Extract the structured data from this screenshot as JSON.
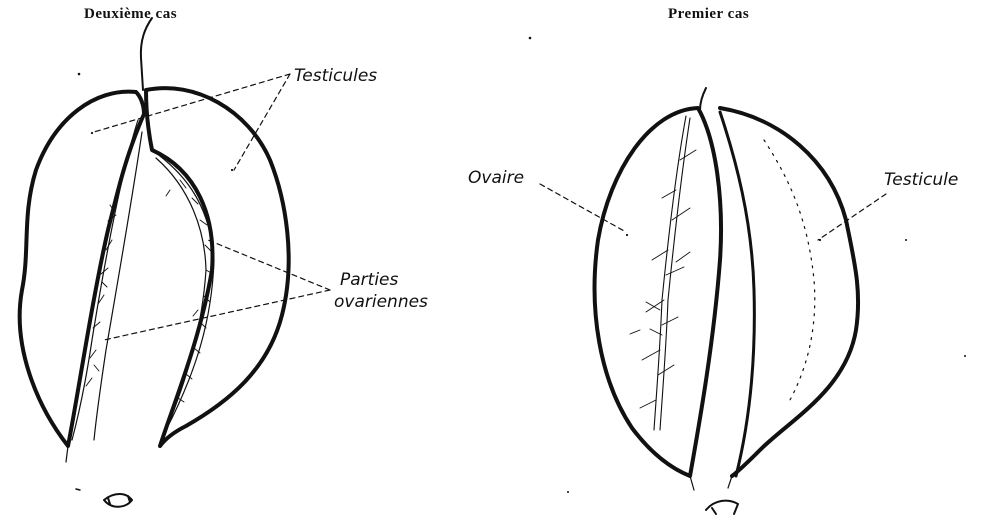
{
  "panels": {
    "left": {
      "title": "Deuxième cas",
      "labels": {
        "testicules": "Testicules",
        "parties_line1": "Parties",
        "parties_line2": "ovariennes"
      }
    },
    "right": {
      "title": "Premier cas",
      "labels": {
        "ovaire": "Ovaire",
        "testicule": "Testicule"
      }
    }
  }
}
